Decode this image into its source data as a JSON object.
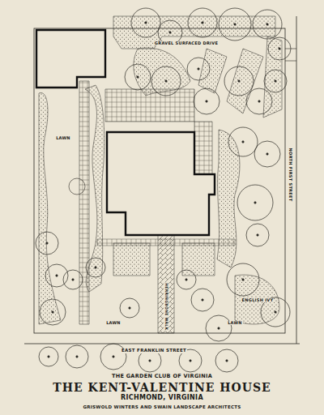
{
  "diagram": {
    "title": "THE KENT-VALENTINE HOUSE",
    "labels": [
      "GRAVEL SURFACED DRIVE",
      "LAWN",
      "ENGLISH IVY",
      "NORTH FIRST STREET",
      "HERRINGBONE WALK",
      "LAWN",
      "LAWN",
      "EAST FRANKLIN STREET",
      "THE GARDEN CLUB OF VIRGINIA",
      "RICHMOND, VIRGINIA",
      "GRISWOLD WINTERS AND SWAIN   LANDSCAPE ARCHITECTS"
    ]
  }
}
